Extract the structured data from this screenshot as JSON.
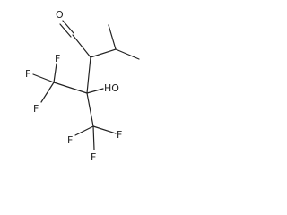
{
  "molecule": {
    "atom_labels": {
      "o_aldehyde": "O",
      "hydroxyl": "HO",
      "f_1": "F",
      "f_2": "F",
      "f_3": "F",
      "f_4": "F",
      "f_5": "F",
      "f_6": "F"
    }
  }
}
